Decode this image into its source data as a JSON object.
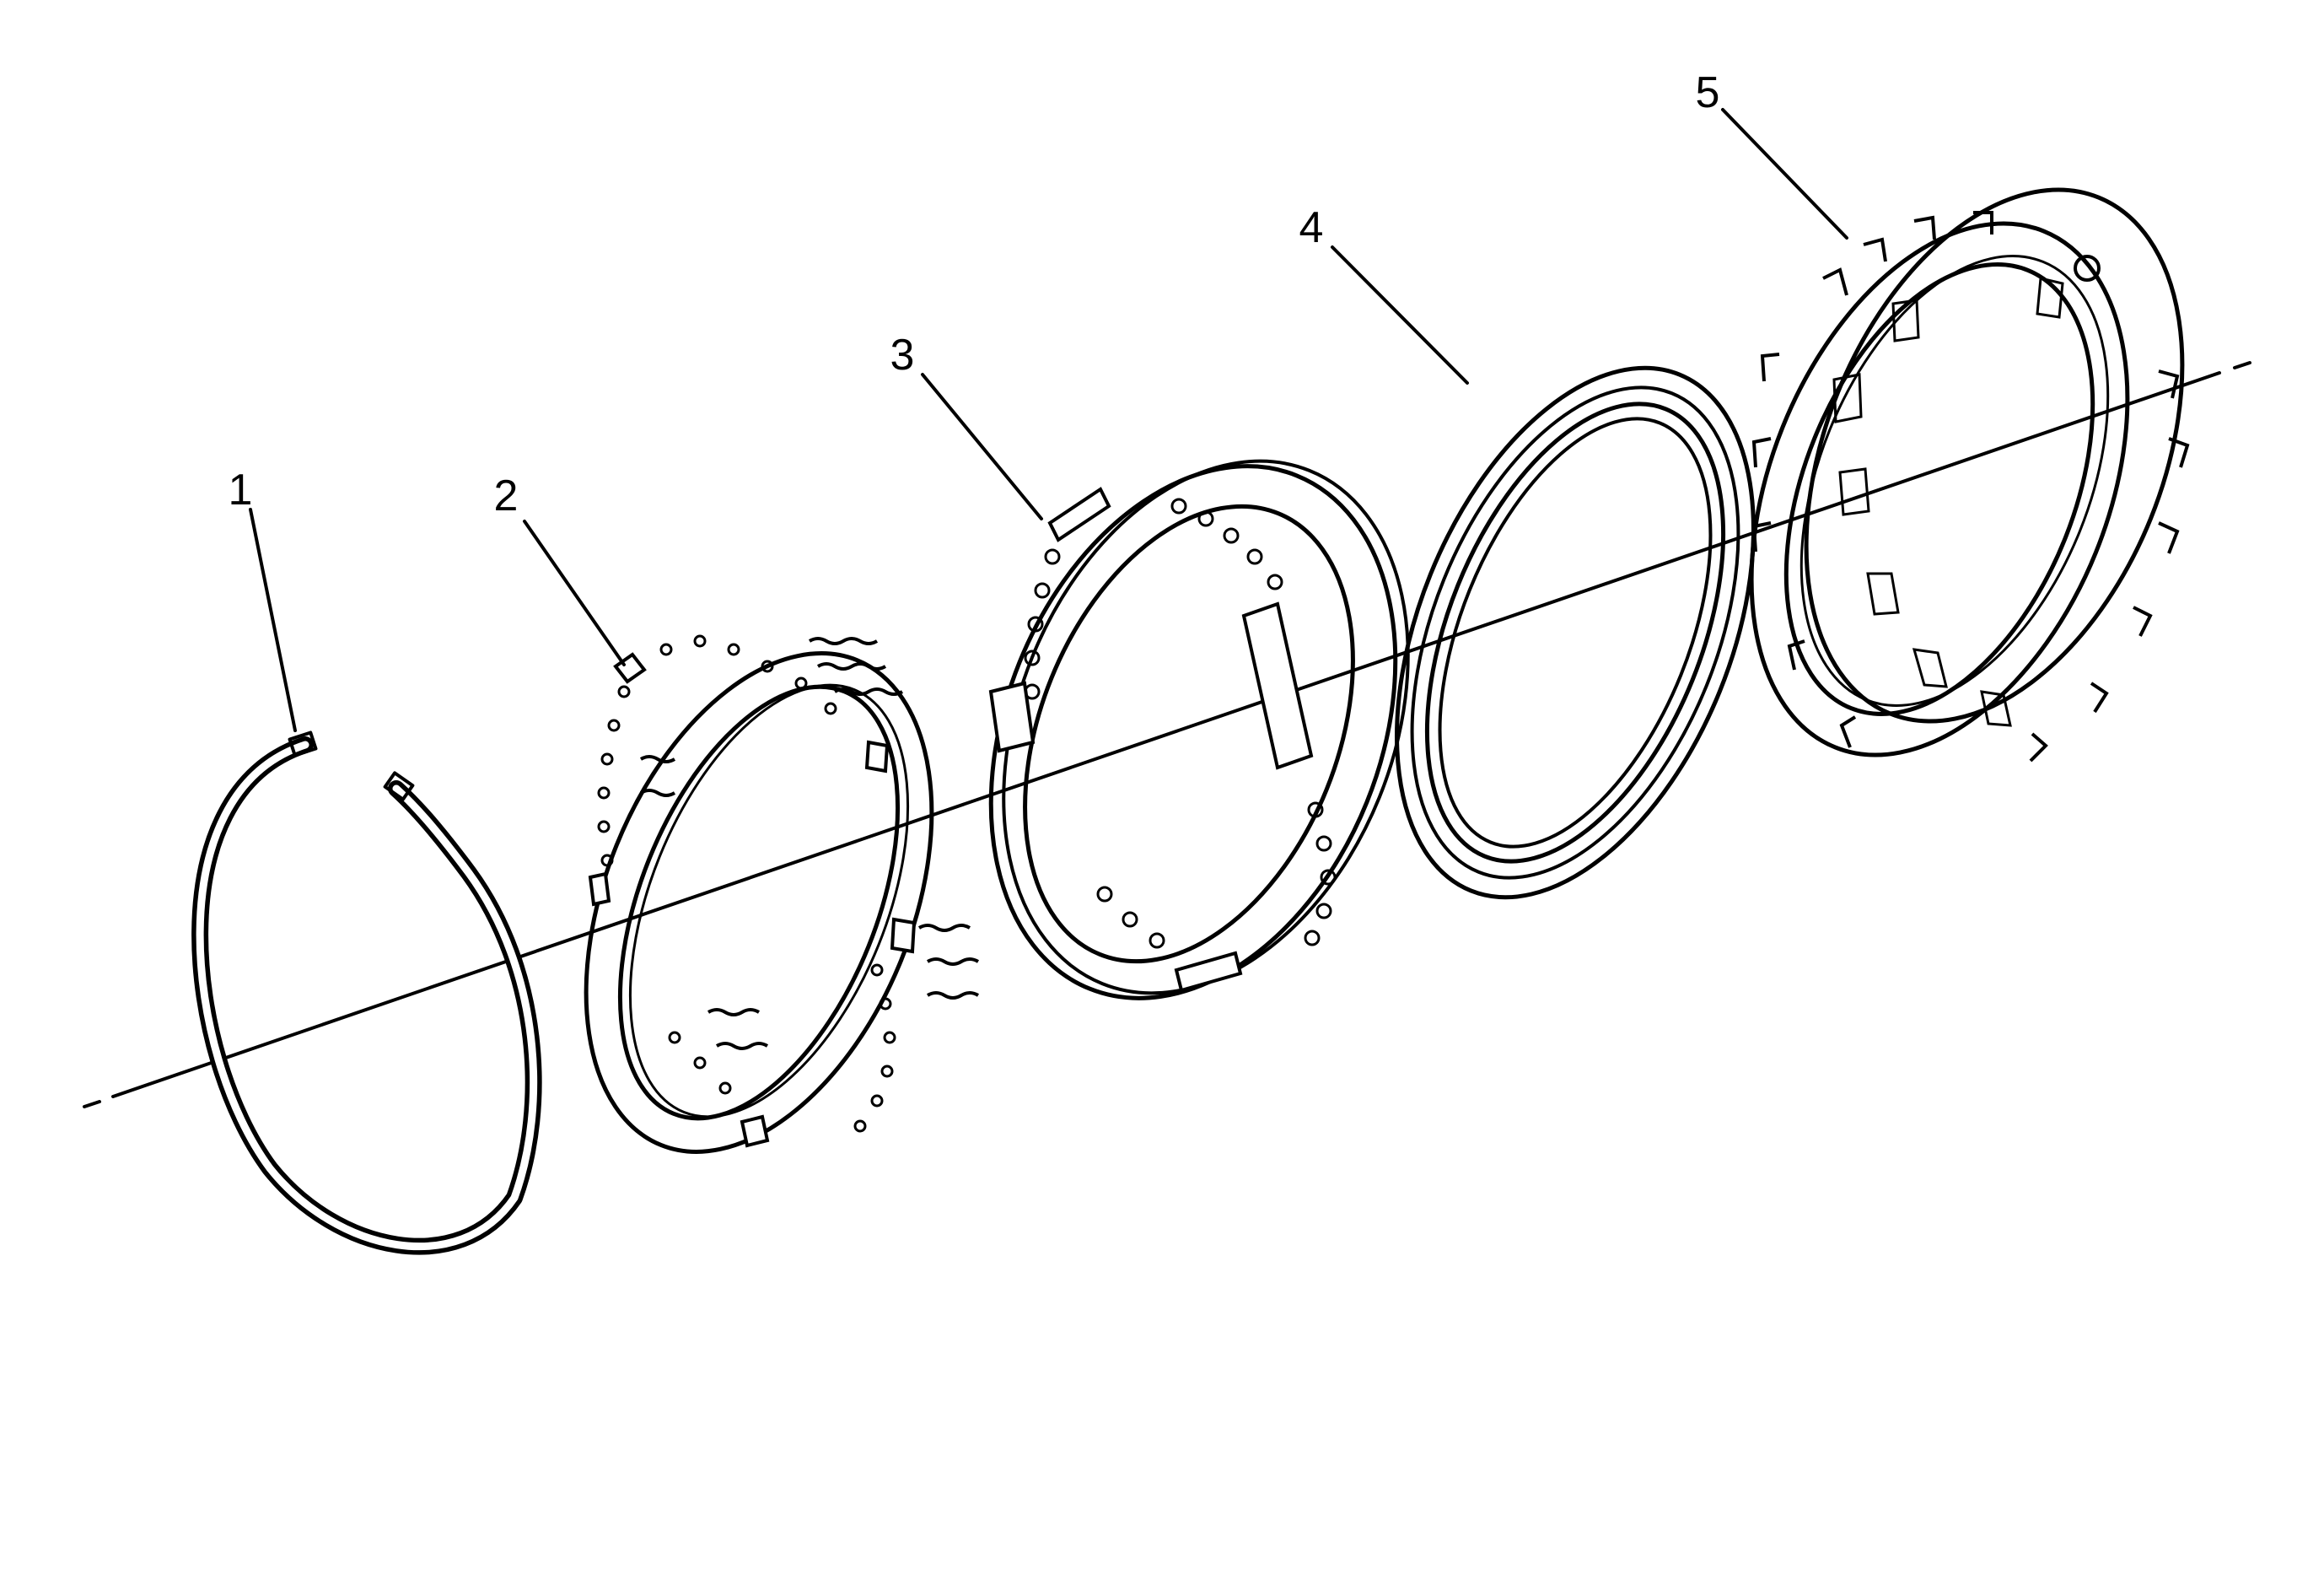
{
  "diagram": {
    "background": "#ffffff",
    "ink_color": "#000000",
    "callouts": [
      {
        "id": "1",
        "label": "1"
      },
      {
        "id": "2",
        "label": "2"
      },
      {
        "id": "3",
        "label": "3"
      },
      {
        "id": "4",
        "label": "4"
      },
      {
        "id": "5",
        "label": "5"
      }
    ]
  }
}
